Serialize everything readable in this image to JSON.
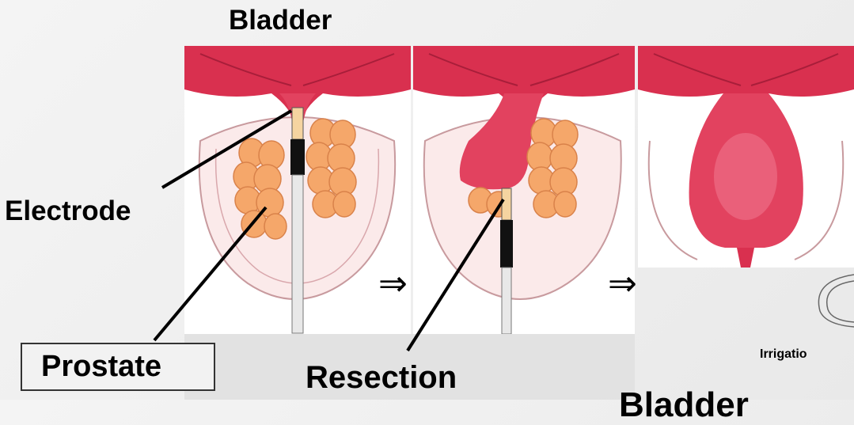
{
  "labels": {
    "bladder_top": "Bladder",
    "electrode": "Electrode",
    "prostate": "Prostate",
    "resection": "Resection",
    "irrigation": "Irrigatio",
    "bladder_bottom": "Bladder"
  },
  "arrows": {
    "arrow_1": "⇒",
    "arrow_2": "⇒"
  },
  "colors": {
    "bladder_tissue": "#d9304f",
    "bladder_light": "#f07a90",
    "prostate_lobe": "#f5a76a",
    "capsule": "#f3c9cc",
    "instrument": "#111111"
  }
}
